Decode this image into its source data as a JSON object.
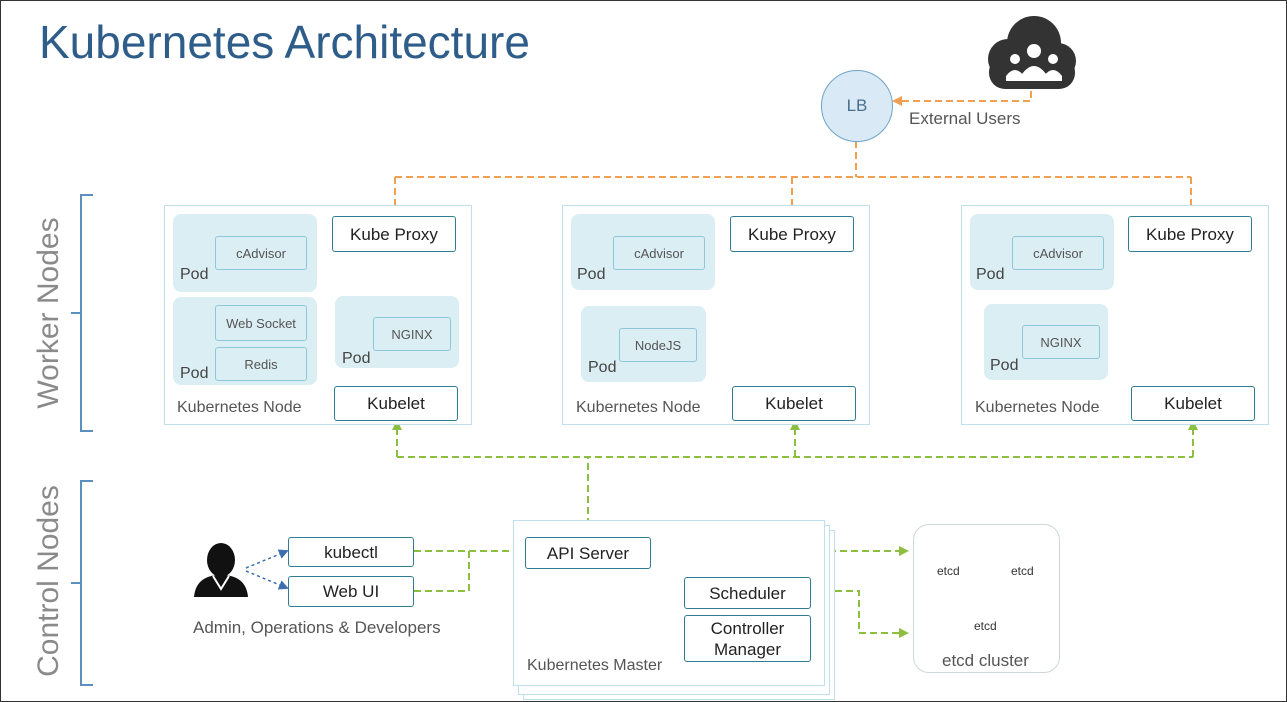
{
  "title": "Kubernetes Architecture",
  "side_labels": {
    "worker": "Worker Nodes",
    "control": "Control Nodes"
  },
  "external": {
    "lb_label": "LB",
    "users_label": "External Users",
    "users_icon": "cloud-users-icon"
  },
  "worker_nodes": [
    {
      "node_label": "Kubernetes Node",
      "kube_proxy": "Kube Proxy",
      "kubelet": "Kubelet",
      "pods": [
        {
          "label": "Pod",
          "containers": [
            "cAdvisor"
          ]
        },
        {
          "label": "Pod",
          "containers": [
            "Web Socket",
            "Redis"
          ]
        },
        {
          "label": "Pod",
          "containers": [
            "NGINX"
          ]
        }
      ]
    },
    {
      "node_label": "Kubernetes Node",
      "kube_proxy": "Kube Proxy",
      "kubelet": "Kubelet",
      "pods": [
        {
          "label": "Pod",
          "containers": [
            "cAdvisor"
          ]
        },
        {
          "label": "Pod",
          "containers": [
            "NodeJS"
          ]
        }
      ]
    },
    {
      "node_label": "Kubernetes Node",
      "kube_proxy": "Kube Proxy",
      "kubelet": "Kubelet",
      "pods": [
        {
          "label": "Pod",
          "containers": [
            "cAdvisor"
          ]
        },
        {
          "label": "Pod",
          "containers": [
            "NGINX"
          ]
        }
      ]
    }
  ],
  "control": {
    "kubectl": "kubectl",
    "web_ui": "Web UI",
    "admin_label": "Admin, Operations & Developers",
    "admin_icon": "admin-user-icon",
    "api_server": "API Server",
    "scheduler": "Scheduler",
    "controller_manager": "Controller Manager",
    "master_label": "Kubernetes Master",
    "etcd_cluster_label": "etcd cluster",
    "etcd_nodes": [
      "etcd",
      "etcd",
      "etcd"
    ]
  },
  "colors": {
    "title": "#2f5d8a",
    "orange_flow": "#f0a050",
    "green_flow": "#8cbf3f",
    "pod_fill": "#dbeef4",
    "service_border": "#2e7d93",
    "etcd_ring": "#2f8fc9"
  }
}
